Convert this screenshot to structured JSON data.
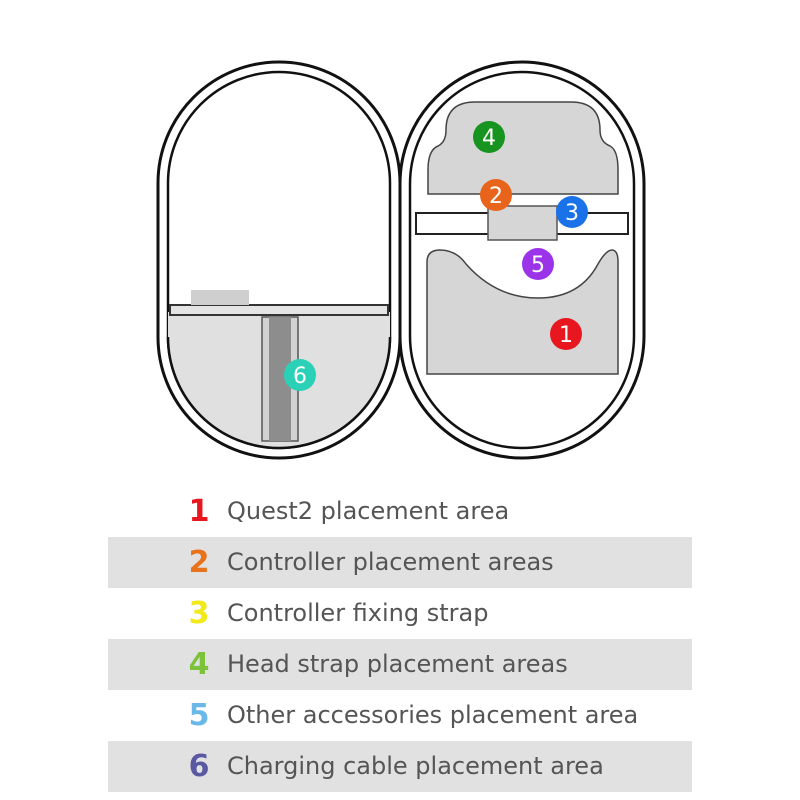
{
  "markers": [
    {
      "label": "1",
      "color": "#e8161e"
    },
    {
      "label": "2",
      "color": "#e8641b"
    },
    {
      "label": "3",
      "color": "#1a72e8"
    },
    {
      "label": "4",
      "color": "#17941f"
    },
    {
      "label": "5",
      "color": "#9b33e8"
    },
    {
      "label": "6",
      "color": "#2ad1b6"
    }
  ],
  "legend": {
    "items": [
      {
        "num": "1",
        "text": "Quest2 placement area",
        "color": "#e8161e",
        "shaded": false
      },
      {
        "num": "2",
        "text": "Controller placement areas",
        "color": "#e8731b",
        "shaded": true
      },
      {
        "num": "3",
        "text": "Controller fixing strap",
        "color": "#f2ea18",
        "shaded": false
      },
      {
        "num": "4",
        "text": "Head strap placement areas",
        "color": "#7cc23a",
        "shaded": true
      },
      {
        "num": "5",
        "text": "Other accessories placement area",
        "color": "#6ab8e8",
        "shaded": false
      },
      {
        "num": "6",
        "text": "Charging cable placement area",
        "color": "#5a58a0",
        "shaded": true
      }
    ]
  }
}
